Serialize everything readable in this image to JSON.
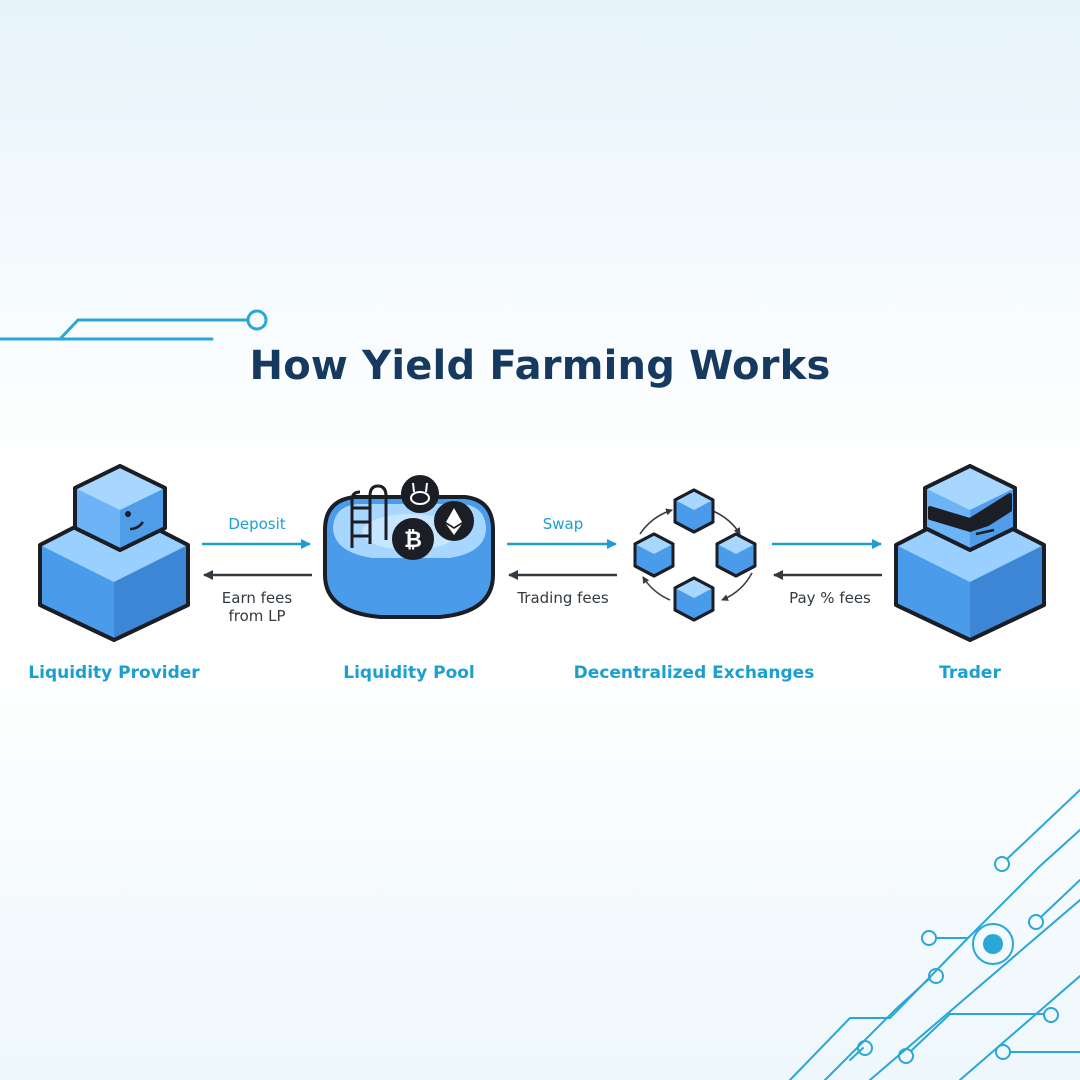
{
  "title": "How Yield Farming Works",
  "colors": {
    "title": "#163a5f",
    "accent": "#1a9fd0",
    "cube_light": "#8cc8ff",
    "cube_mid": "#5aa9f2",
    "cube_dark": "#3b8ae0",
    "outline": "#1b1e24",
    "circuit": "#2aa7d6"
  },
  "nodes": [
    {
      "label": "Liquidity Provider",
      "icon": "smiling-cube-icon"
    },
    {
      "label": "Liquidity Pool",
      "icon": "pool-with-coins-icon"
    },
    {
      "label": "Decentralized Exchanges",
      "icon": "cube-network-icon"
    },
    {
      "label": "Trader",
      "icon": "cube-with-sunglasses-icon"
    }
  ],
  "flows": [
    {
      "top_label": "Deposit",
      "bottom_label": "Earn fees\nfrom LP"
    },
    {
      "top_label": "Swap",
      "bottom_label": "Trading fees"
    },
    {
      "top_label": "",
      "bottom_label": "Pay % fees"
    }
  ],
  "coins": [
    "pancake-coin-icon",
    "bitcoin-coin-icon",
    "ethereum-coin-icon"
  ]
}
